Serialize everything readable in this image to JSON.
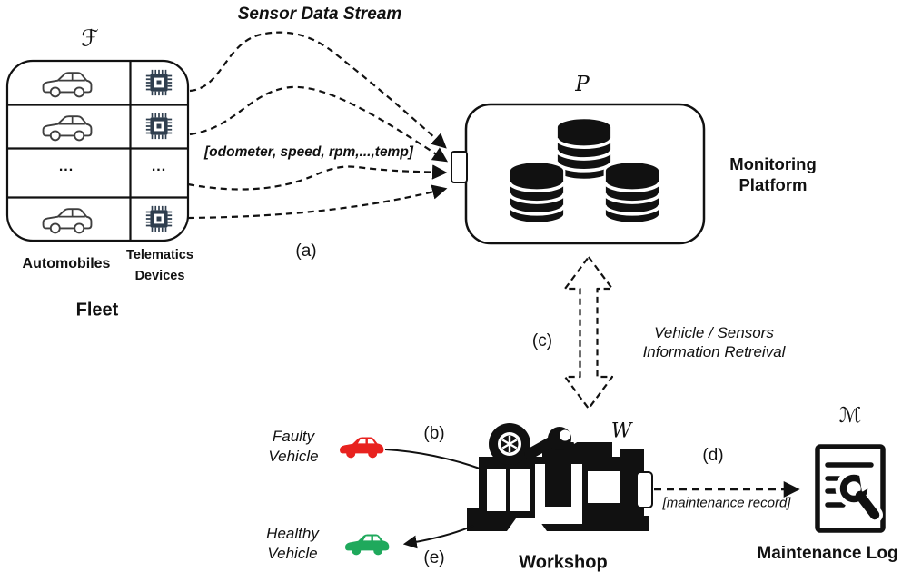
{
  "header": {
    "title": "Sensor Data Stream"
  },
  "fleet": {
    "symbol": "ℱ",
    "ellipsis": "...",
    "col_automobiles": "Automobiles",
    "col_telematics_line1": "Telematics",
    "col_telematics_line2": "Devices",
    "caption": "Fleet"
  },
  "stream": {
    "payload": "[odometer, speed, rpm,...,temp]",
    "label_a": "(a)"
  },
  "platform": {
    "symbol": "P",
    "name_line1": "Monitoring",
    "name_line2": "Platform"
  },
  "retrieval": {
    "label_c": "(c)",
    "line1": "Vehicle / Sensors",
    "line2": "Information Retreival"
  },
  "workshop": {
    "symbol": "W",
    "caption": "Workshop",
    "label_b": "(b)",
    "label_e": "(e)"
  },
  "vehicles": {
    "faulty_line1": "Faulty",
    "faulty_line2": "Vehicle",
    "healthy_line1": "Healthy",
    "healthy_line2": "Vehicle"
  },
  "maintenance": {
    "symbol": "ℳ",
    "caption": "Maintenance Log",
    "label_d": "(d)",
    "payload": "[maintenance record]"
  },
  "colors": {
    "faulty_car": "#e8221f",
    "healthy_car": "#1fa95c",
    "chip": "#2f3e4e",
    "car_outline": "#3f3f3f",
    "ink": "#111111"
  }
}
